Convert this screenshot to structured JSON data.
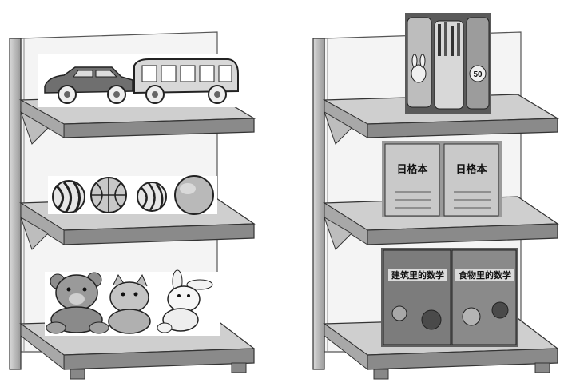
{
  "scene": {
    "left_shelf": {
      "items": [
        {
          "name": "toy-car-icon"
        },
        {
          "name": "toy-bus-icon"
        },
        {
          "name": "ball-icon"
        },
        {
          "name": "ball-icon"
        },
        {
          "name": "ball-icon"
        },
        {
          "name": "ball-icon"
        },
        {
          "name": "teddy-bear-icon"
        },
        {
          "name": "teddy-cat-icon"
        },
        {
          "name": "toy-rabbit-icon"
        }
      ]
    },
    "right_shelf": {
      "pencil_case": {
        "badge": "50"
      },
      "notebooks": [
        {
          "title": "日格本"
        },
        {
          "title": "日格本"
        }
      ],
      "books": [
        {
          "title": "建筑里的数学"
        },
        {
          "title": "食物里的数学"
        }
      ]
    }
  }
}
